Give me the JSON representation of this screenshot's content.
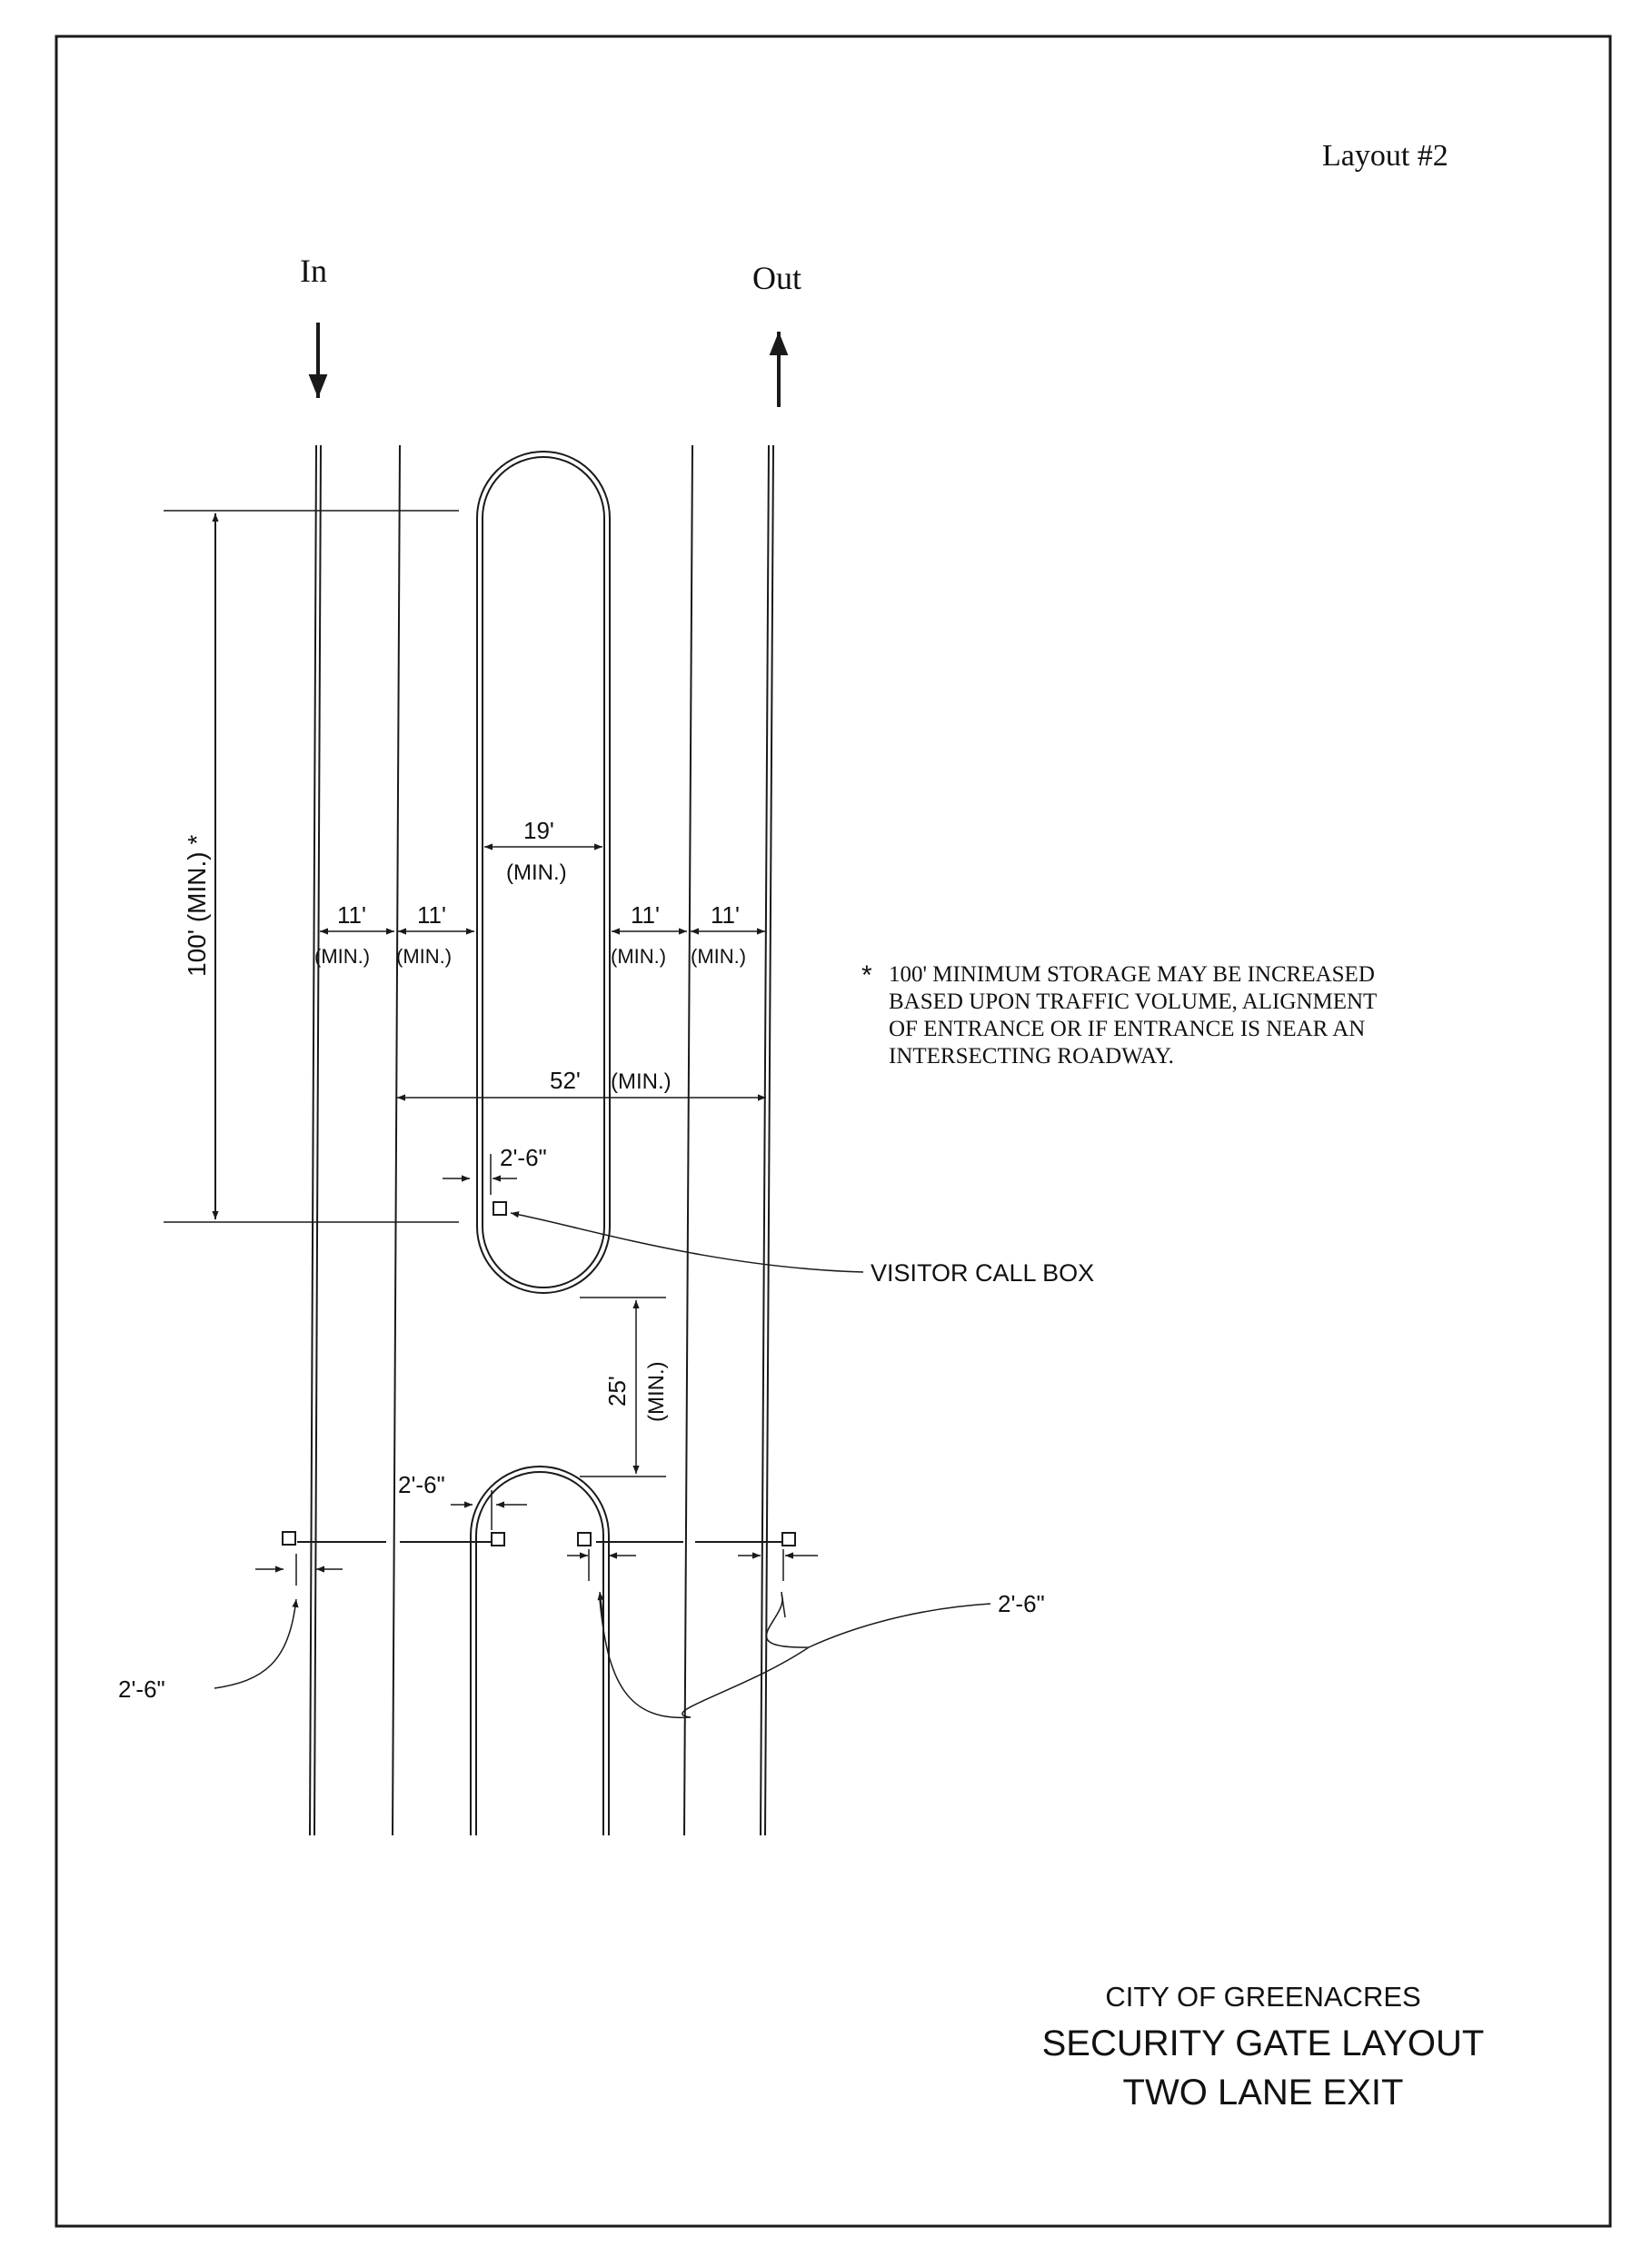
{
  "layout_label": "Layout #2",
  "directions": {
    "in": "In",
    "out": "Out"
  },
  "dimensions": {
    "storage_length": "100' (MIN.) *",
    "island_width": "19'",
    "island_width_min": "(MIN.)",
    "lane1": "11'",
    "lane1_min": "(MIN.)",
    "lane2": "11'",
    "lane2_min": "(MIN.)",
    "lane3": "11'",
    "lane3_min": "(MIN.)",
    "lane4": "11'",
    "lane4_min": "(MIN.)",
    "total_width": "52'",
    "total_width_min": "(MIN.)",
    "callbox_offset": "2'-6\"",
    "gap_length": "25'",
    "gap_length_min": "(MIN.)",
    "gate_offset_left": "2'-6\"",
    "gate_offset_center": "2'-6\"",
    "gate_offset_right": "2'-6\""
  },
  "note": {
    "asterisk": "*",
    "lines": [
      "100' MINIMUM STORAGE MAY BE INCREASED",
      "BASED UPON TRAFFIC VOLUME, ALIGNMENT",
      "OF ENTRANCE OR IF ENTRANCE IS NEAR AN",
      "INTERSECTING ROADWAY."
    ]
  },
  "callouts": {
    "visitor_call_box": "VISITOR CALL BOX"
  },
  "title_block": {
    "city": "CITY OF GREENACRES",
    "title": "SECURITY GATE LAYOUT",
    "subtitle": "TWO LANE EXIT"
  }
}
